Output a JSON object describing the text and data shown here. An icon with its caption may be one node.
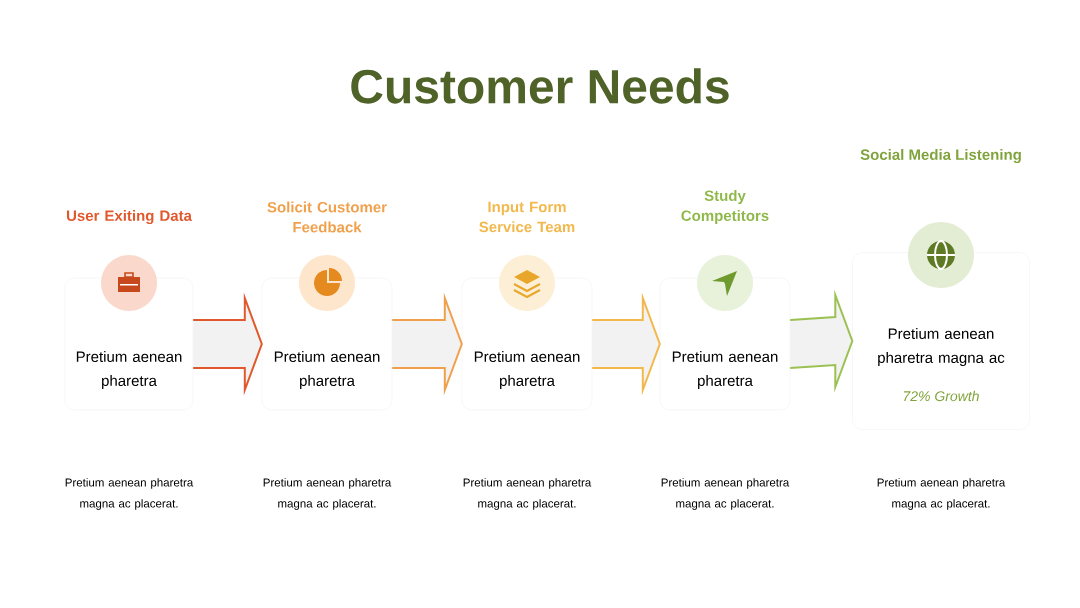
{
  "diagram": {
    "title": "Customer Needs",
    "nodes": [
      {
        "text": [
          "User Exiting Data",
          "Pretium aenean pharetra"
        ]
      },
      {
        "text": [
          "Solicit Customer Feedback",
          "Pretium aenean pharetra"
        ]
      },
      {
        "text": [
          "Input Form Service Team",
          "Pretium aenean pharetra"
        ]
      },
      {
        "text": [
          "Study Competitors",
          "Pretium aenean pharetra"
        ]
      },
      {
        "text": [
          "Pretium aenean pharetra magna ac",
          "72% Growth"
        ]
      }
    ],
    "edges": [
      {
        "from": 0,
        "to": 1,
        "arrow": "to",
        "color": "#e0582b"
      },
      {
        "from": 1,
        "to": 2,
        "arrow": "to",
        "color": "#f0a04b"
      },
      {
        "from": 2,
        "to": 3,
        "arrow": "to",
        "color": "#f2b84b"
      },
      {
        "from": 3,
        "to": 4,
        "arrow": "to",
        "color": "#9bc153"
      }
    ],
    "labels": [
      "Social Media Listening",
      "Pretium aenean pharetra magna ac placerat.",
      "Pretium aenean pharetra magna ac placerat.",
      "Pretium aenean pharetra magna ac placerat.",
      "Pretium aenean pharetra magna ac placerat.",
      "Pretium aenean pharetra magna ac placerat."
    ]
  }
}
